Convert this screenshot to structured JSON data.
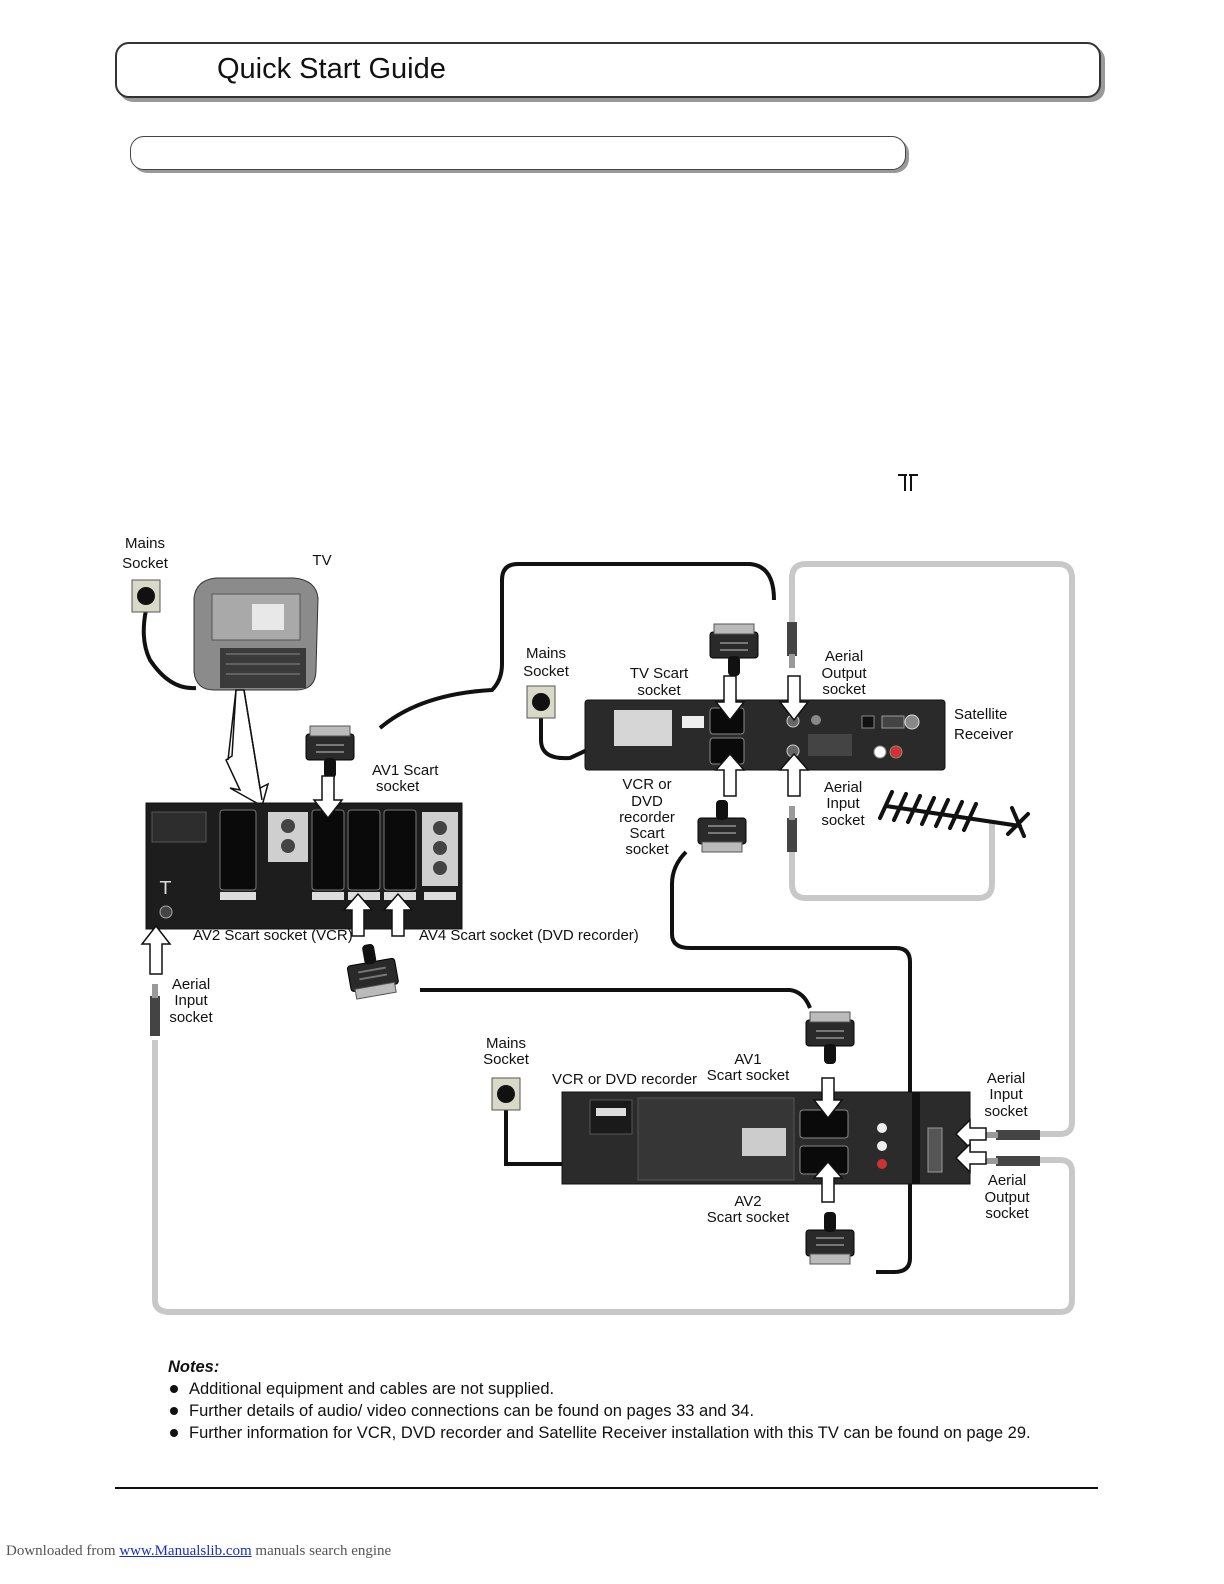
{
  "header": {
    "title": "Quick Start Guide"
  },
  "aerial_symbol": "ㄱㄲ",
  "diagram": {
    "labels": {
      "mains_socket_tv_1": "Mains",
      "mains_socket_tv_2": "Socket",
      "tv": "TV",
      "mains_socket_sat_1": "Mains",
      "mains_socket_sat_2": "Socket",
      "tv_scart_1": "TV Scart",
      "tv_scart_2": "socket",
      "aerial_output_sat_1": "Aerial",
      "aerial_output_sat_2": "Output",
      "aerial_output_sat_3": "socket",
      "satellite_1": "Satellite",
      "satellite_2": "Receiver",
      "av1_scart_1": "AV1 Scart",
      "av1_scart_2": "socket",
      "vcr_dvd_scart_1": "VCR or",
      "vcr_dvd_scart_2": "DVD",
      "vcr_dvd_scart_3": "recorder",
      "vcr_dvd_scart_4": "Scart",
      "vcr_dvd_scart_5": "socket",
      "aerial_input_sat_1": "Aerial",
      "aerial_input_sat_2": "Input",
      "aerial_input_sat_3": "socket",
      "av2_scart_vcr": "AV2 Scart socket  (VCR)",
      "av4_scart_dvd": "AV4 Scart socket  (DVD recorder)",
      "aerial_input_tv_1": "Aerial",
      "aerial_input_tv_2": "Input",
      "aerial_input_tv_3": "socket",
      "mains_socket_vcr_1": "Mains",
      "mains_socket_vcr_2": "Socket",
      "vcr_dvd_recorder": "VCR or DVD  recorder",
      "vcr_av1_1": "AV1",
      "vcr_av1_2": "Scart socket",
      "vcr_av2_1": "AV2",
      "vcr_av2_2": "Scart socket",
      "aerial_input_vcr_1": "Aerial",
      "aerial_input_vcr_2": "Input",
      "aerial_input_vcr_3": "socket",
      "aerial_output_vcr_1": "Aerial",
      "aerial_output_vcr_2": "Output",
      "aerial_output_vcr_3": "socket"
    }
  },
  "notes": {
    "title": "Notes:",
    "items": [
      "Additional equipment and cables are not supplied.",
      "Further details of audio/ video connections can be found on pages 33 and 34.",
      "Further information for VCR, DVD recorder and Satellite Receiver installation with this TV can be found on page 29."
    ]
  },
  "footer": {
    "prefix": "Downloaded from ",
    "link": "www.Manualslib.com",
    "suffix": "  manuals search engine"
  }
}
